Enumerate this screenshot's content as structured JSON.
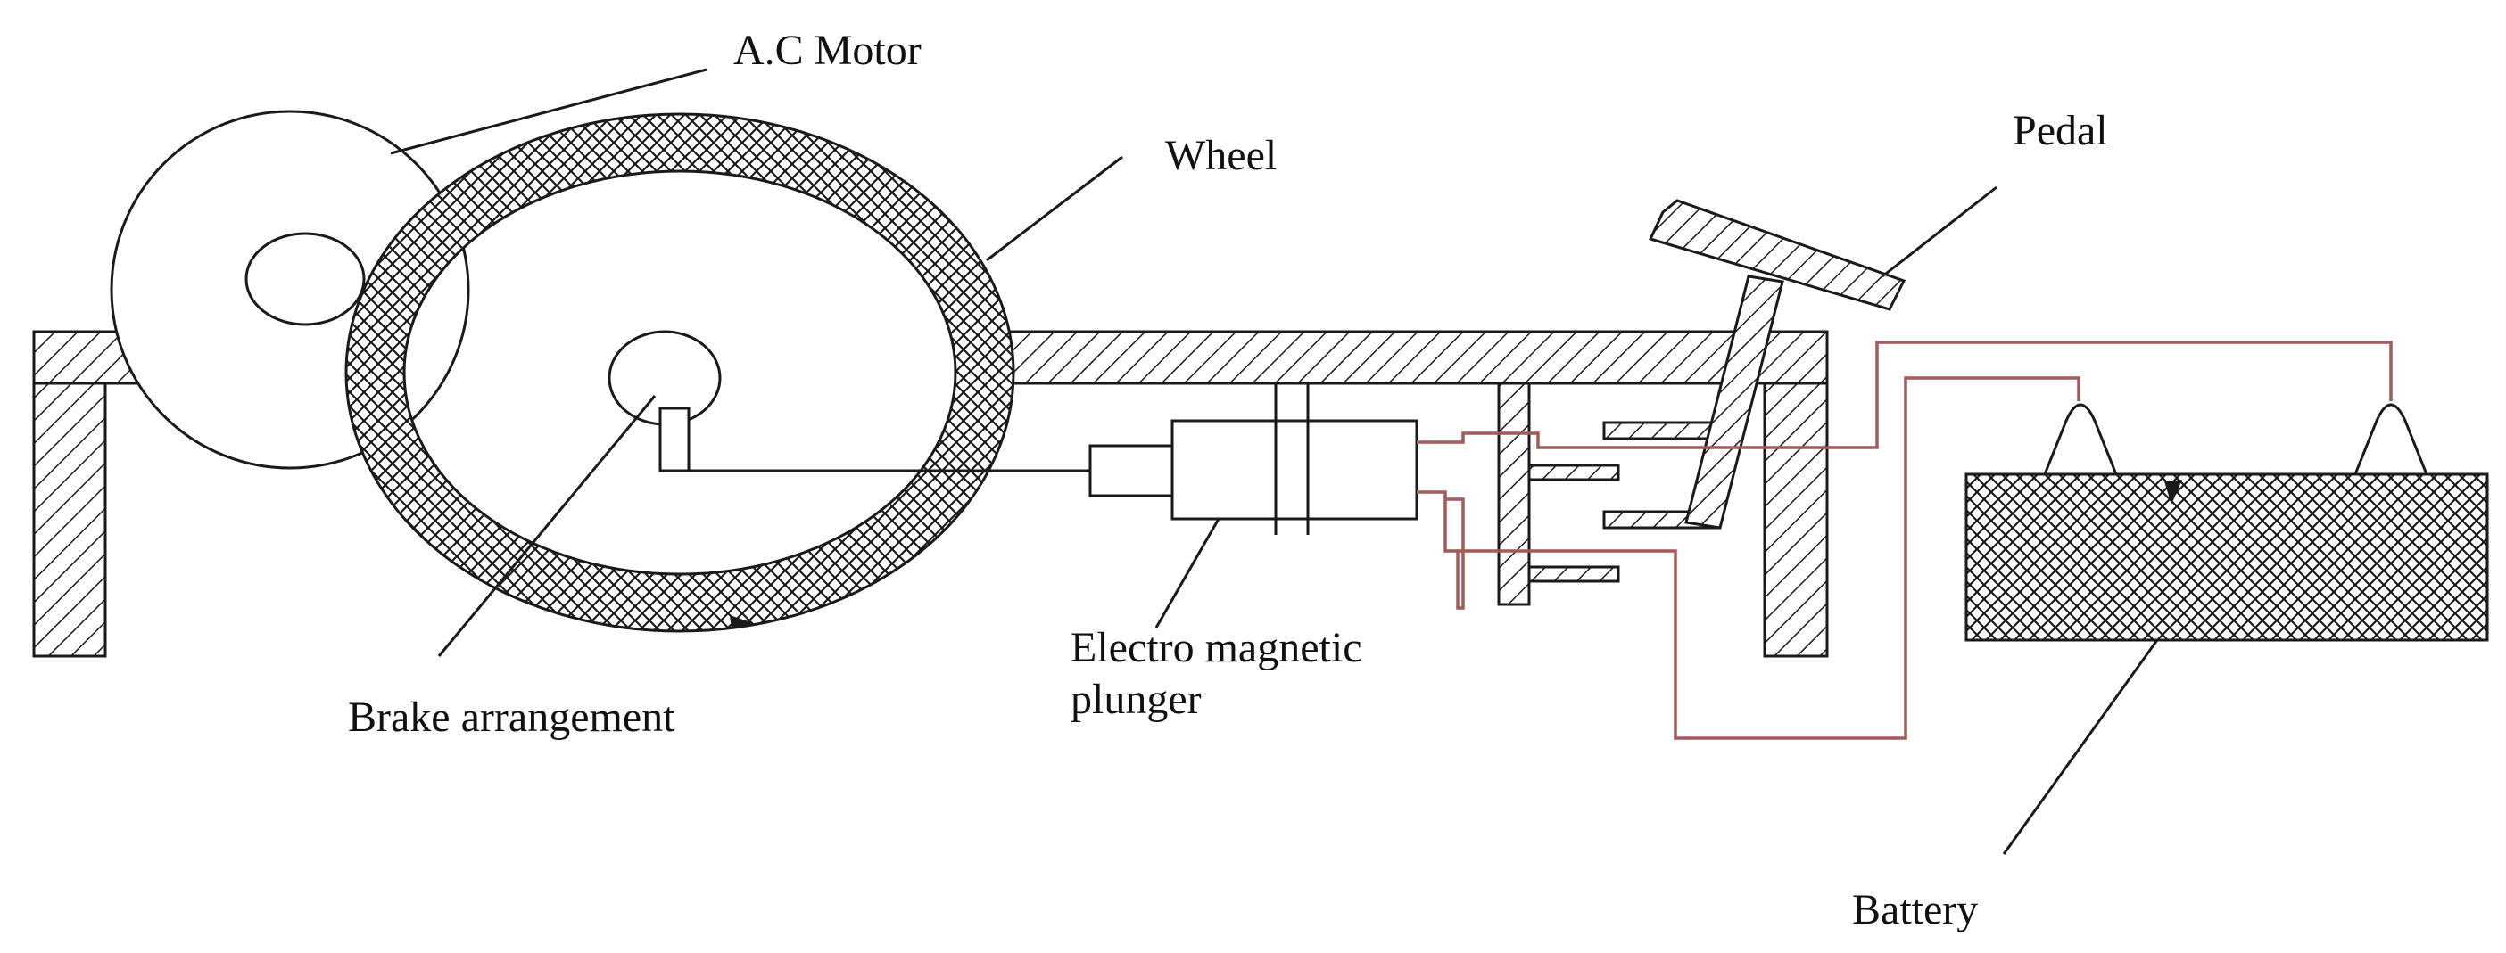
{
  "labels": {
    "ac_motor": "A.C Motor",
    "wheel": "Wheel",
    "pedal": "Pedal",
    "brake_arrangement": "Brake arrangement",
    "plunger_line1": "Electro magnetic",
    "plunger_line2": "plunger",
    "battery": "Battery"
  },
  "colors": {
    "ink": "#1a1a1a",
    "wire": "#a45a5a",
    "background": "#ffffff"
  }
}
